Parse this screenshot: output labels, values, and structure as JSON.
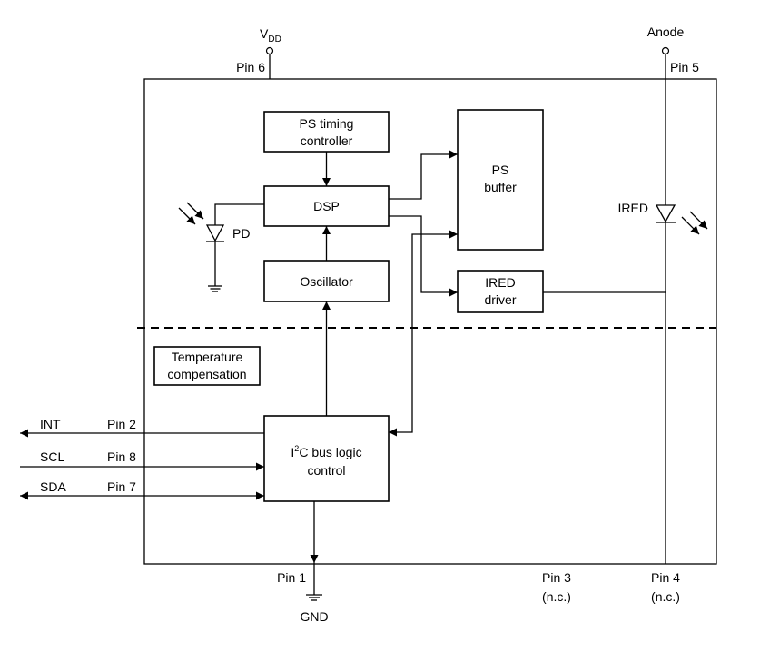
{
  "pins": {
    "vdd": {
      "name": "V",
      "sub": "DD",
      "pin": "Pin 6"
    },
    "anode": {
      "name": "Anode",
      "pin": "Pin 5"
    },
    "int": {
      "name": "INT",
      "pin": "Pin 2"
    },
    "scl": {
      "name": "SCL",
      "pin": "Pin 8"
    },
    "sda": {
      "name": "SDA",
      "pin": "Pin 7"
    },
    "gnd": {
      "name": "GND",
      "pin": "Pin 1"
    },
    "pin3": {
      "pin": "Pin 3",
      "note": "(n.c.)"
    },
    "pin4": {
      "pin": "Pin 4",
      "note": "(n.c.)"
    }
  },
  "blocks": {
    "ps_timing": [
      "PS timing",
      "controller"
    ],
    "dsp": "DSP",
    "oscillator": "Oscillator",
    "ps_buffer": [
      "PS",
      "buffer"
    ],
    "ired_driver": [
      "IRED",
      "driver"
    ],
    "temperature": [
      "Temperature",
      "compensation"
    ],
    "i2c": {
      "prefix": "I",
      "sup": "2",
      "rest": "C bus logic",
      "line2": "control"
    }
  },
  "components": {
    "pd": "PD",
    "ired": "IRED"
  }
}
